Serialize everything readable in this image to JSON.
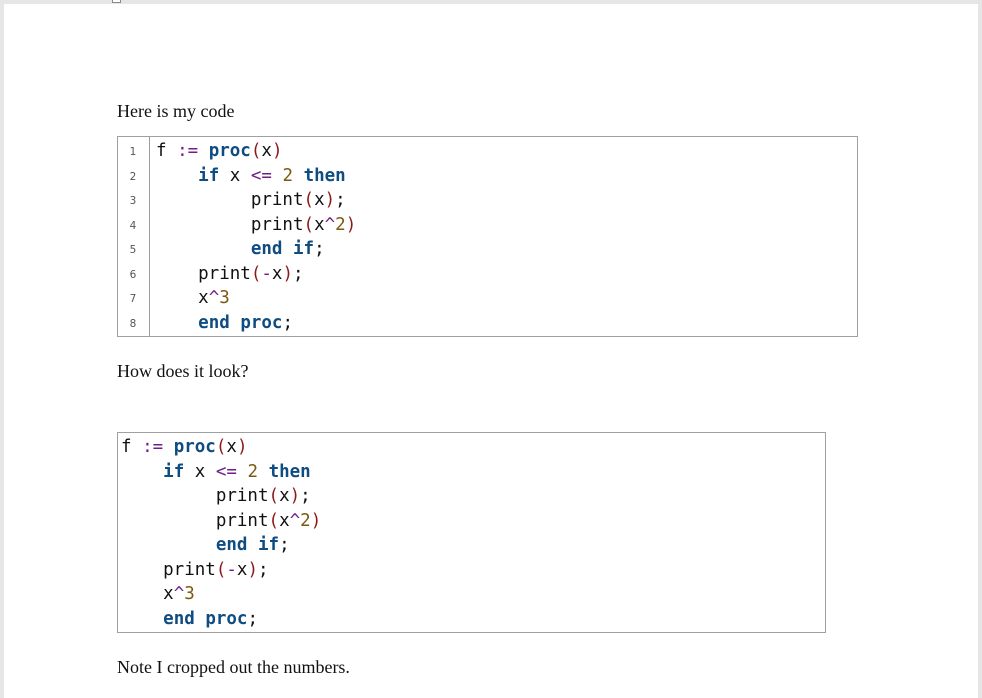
{
  "paragraphs": {
    "intro": "Here is my code",
    "question": "How does it look?",
    "note": "Note I cropped out the numbers."
  },
  "line_numbers": [
    "1",
    "2",
    "3",
    "4",
    "5",
    "6",
    "7",
    "8"
  ],
  "code_lines": [
    [
      {
        "t": "f ",
        "c": "id"
      },
      {
        "t": ":=",
        "c": "op"
      },
      {
        "t": " ",
        "c": "id"
      },
      {
        "t": "proc",
        "c": "kw"
      },
      {
        "t": "(",
        "c": "pn"
      },
      {
        "t": "x",
        "c": "id"
      },
      {
        "t": ")",
        "c": "pn"
      }
    ],
    [
      {
        "t": "    ",
        "c": "id"
      },
      {
        "t": "if",
        "c": "kw"
      },
      {
        "t": " x ",
        "c": "id"
      },
      {
        "t": "<=",
        "c": "op"
      },
      {
        "t": " ",
        "c": "id"
      },
      {
        "t": "2",
        "c": "nm"
      },
      {
        "t": " ",
        "c": "id"
      },
      {
        "t": "then",
        "c": "kw"
      }
    ],
    [
      {
        "t": "         print",
        "c": "id"
      },
      {
        "t": "(",
        "c": "pn"
      },
      {
        "t": "x",
        "c": "id"
      },
      {
        "t": ")",
        "c": "pn"
      },
      {
        "t": ";",
        "c": "id"
      }
    ],
    [
      {
        "t": "         print",
        "c": "id"
      },
      {
        "t": "(",
        "c": "pn"
      },
      {
        "t": "x",
        "c": "id"
      },
      {
        "t": "^",
        "c": "op"
      },
      {
        "t": "2",
        "c": "nm"
      },
      {
        "t": ")",
        "c": "pn"
      }
    ],
    [
      {
        "t": "         ",
        "c": "id"
      },
      {
        "t": "end",
        "c": "kw"
      },
      {
        "t": " ",
        "c": "id"
      },
      {
        "t": "if",
        "c": "kw"
      },
      {
        "t": ";",
        "c": "id"
      }
    ],
    [
      {
        "t": "    print",
        "c": "id"
      },
      {
        "t": "(",
        "c": "pn"
      },
      {
        "t": "-",
        "c": "op"
      },
      {
        "t": "x",
        "c": "id"
      },
      {
        "t": ")",
        "c": "pn"
      },
      {
        "t": ";",
        "c": "id"
      }
    ],
    [
      {
        "t": "    x",
        "c": "id"
      },
      {
        "t": "^",
        "c": "op"
      },
      {
        "t": "3",
        "c": "nm"
      }
    ],
    [
      {
        "t": "    ",
        "c": "id"
      },
      {
        "t": "end",
        "c": "kw"
      },
      {
        "t": " ",
        "c": "id"
      },
      {
        "t": "proc",
        "c": "kw"
      },
      {
        "t": ";",
        "c": "id"
      }
    ]
  ],
  "colors": {
    "keyword": "#0f4c81",
    "operator": "#6f1e8a",
    "paren": "#8b1a1a",
    "number": "#7a5a10",
    "text": "#111111",
    "border": "#a0a0a0"
  }
}
